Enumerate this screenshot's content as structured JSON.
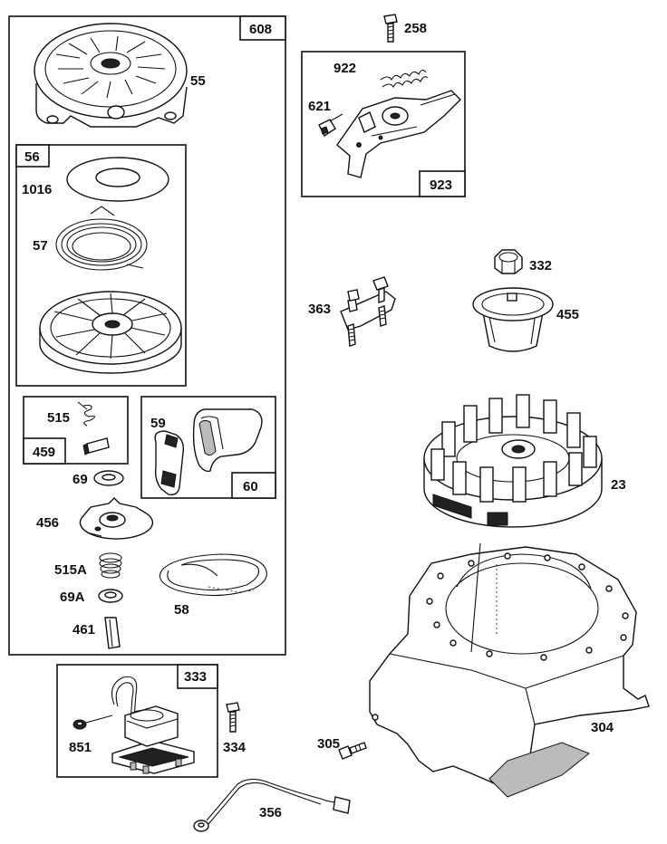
{
  "boxes": {
    "b608": "608",
    "b56": "56",
    "b459": "459",
    "b60": "60",
    "b333": "333",
    "b923": "923"
  },
  "labels": {
    "p55": "55",
    "p1016": "1016",
    "p57": "57",
    "p515": "515",
    "p59": "59",
    "p69": "69",
    "p456": "456",
    "p515A": "515A",
    "p69A": "69A",
    "p58": "58",
    "p461": "461",
    "p258": "258",
    "p922": "922",
    "p621": "621",
    "p332": "332",
    "p363": "363",
    "p455": "455",
    "p23": "23",
    "p304": "304",
    "p305": "305",
    "p851": "851",
    "p334": "334",
    "p356": "356"
  }
}
